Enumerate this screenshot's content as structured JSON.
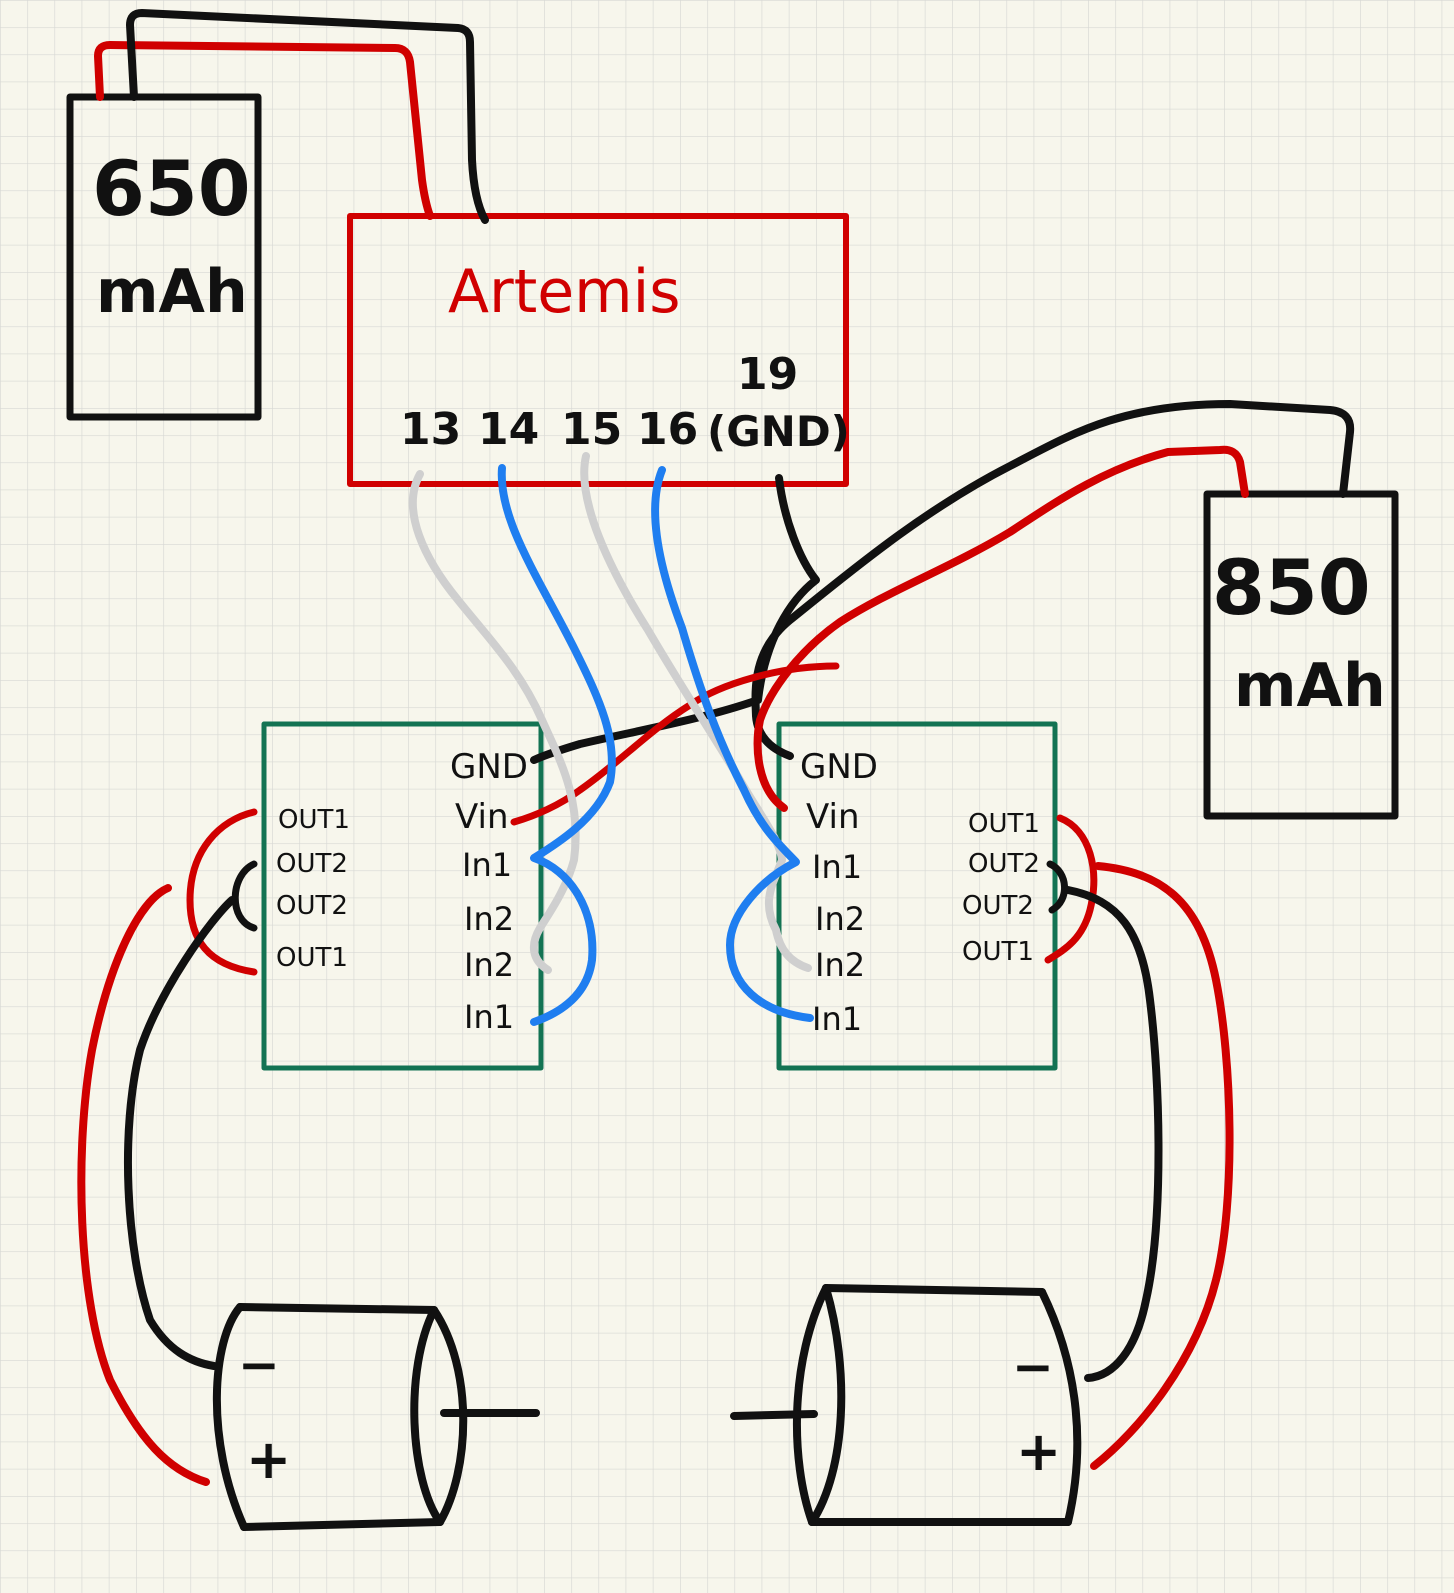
{
  "colors": {
    "paper": "#f7f6ec",
    "grid": "#d7d8d4",
    "ink": "#111111",
    "red": "#d00000",
    "blue": "#1f7ef0",
    "gray": "#cfcfcf",
    "green": "#137353"
  },
  "battery_left": {
    "capacity": "650",
    "unit": "mAh"
  },
  "battery_right": {
    "capacity": "850",
    "unit": "mAh"
  },
  "artemis": {
    "title": "Artemis",
    "pins": [
      "13",
      "14",
      "15",
      "16"
    ],
    "gnd_pin_number": "19",
    "gnd_pin_label": "(GND)"
  },
  "driver_left": {
    "power_pins": [
      "GND",
      "Vin"
    ],
    "input_pins": [
      "In1",
      "In2",
      "In2",
      "In1"
    ],
    "output_pins": [
      "OUT1",
      "OUT2",
      "OUT2",
      "OUT1"
    ]
  },
  "driver_right": {
    "power_pins": [
      "GND",
      "Vin"
    ],
    "input_pins": [
      "In1",
      "In2",
      "In2",
      "In1"
    ],
    "output_pins": [
      "OUT1",
      "OUT2",
      "OUT2",
      "OUT1"
    ]
  },
  "motor_left": {
    "minus": "−",
    "plus": "+"
  },
  "motor_right": {
    "minus": "−",
    "plus": "+"
  }
}
